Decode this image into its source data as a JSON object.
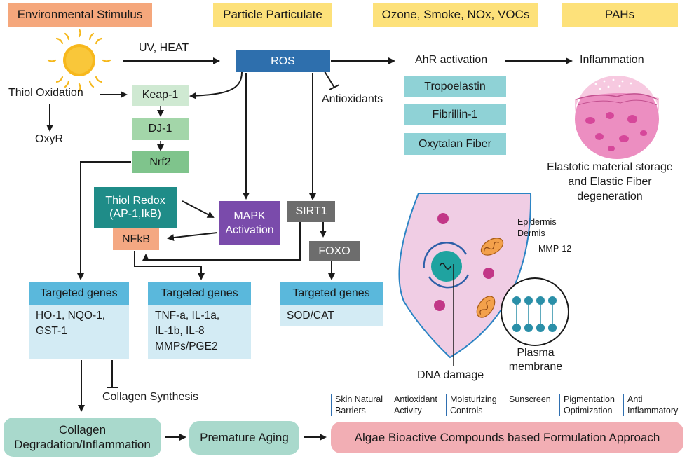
{
  "headers": {
    "environmental_stimulus": "Environmental Stimulus",
    "particle_particulate": "Particle Particulate",
    "ozone_smoke": "Ozone, Smoke, NOx, VOCs",
    "pahs": "PAHs"
  },
  "labels": {
    "uv_heat": "UV, HEAT",
    "ros": "ROS",
    "antioxidants": "Antioxidants",
    "ahr_activation": "AhR activation",
    "inflammation": "Inflammation",
    "thiol_oxidation": "Thiol Oxidation",
    "oxyr": "OxyR",
    "keap1": "Keap-1",
    "dj1": "DJ-1",
    "nrf2": "Nrf2",
    "tropoelastin": "Tropoelastin",
    "fibrillin": "Fibrillin-1",
    "oxytalan": "Oxytalan Fiber",
    "elastotic_line1": "Elastotic material storage",
    "elastotic_line2": "and Elastic Fiber",
    "elastotic_line3": "degeneration",
    "thiol_redox_line1": "Thiol Redox",
    "thiol_redox_line2": "(AP-1,IkB)",
    "mapk_line1": "MAPK",
    "mapk_line2": "Activation",
    "sirt1": "SIRT1",
    "nfkb": "NFkB",
    "foxo": "FOXO",
    "epidermis": "Epidermis",
    "dermis": "Dermis",
    "mmp12": "MMP-12",
    "dna_damage": "DNA damage",
    "plasma_line1": "Plasma",
    "plasma_line2": "membrane",
    "collagen_synthesis": "Collagen Synthesis"
  },
  "targeted_genes": [
    {
      "title": "Targeted genes",
      "lines": [
        "HO-1, NQO-1,",
        "GST-1"
      ]
    },
    {
      "title": "Targeted genes",
      "lines": [
        "TNF-a, IL-1a,",
        "IL-1b, IL-8",
        "MMPs/PGE2"
      ]
    },
    {
      "title": "Targeted genes",
      "lines": [
        "SOD/CAT"
      ]
    }
  ],
  "bottom": {
    "collagen_degradation_line1": "Collagen",
    "collagen_degradation_line2": "Degradation/Inflammation",
    "premature_aging": "Premature Aging",
    "algae_formulation": "Algae Bioactive Compounds based Formulation Approach"
  },
  "applications": [
    {
      "line1": "Skin Natural",
      "line2": "Barriers"
    },
    {
      "line1": "Antioxidant",
      "line2": "Activity"
    },
    {
      "line1": "Moisturizing",
      "line2": "Controls"
    },
    {
      "line1": "Sunscreen",
      "line2": ""
    },
    {
      "line1": "Pigmentation",
      "line2": "Optimization"
    },
    {
      "line1": "Anti",
      "line2": "Inflammatory"
    }
  ],
  "colors": {
    "header_orange": "#f5a77c",
    "header_yellow": "#fde17a",
    "ros_blue": "#2e6fad",
    "light_green": "#cfe9d2",
    "mid_green": "#a3d6a9",
    "green": "#7fc48c",
    "teal_light": "#8fd2d6",
    "dark_teal": "#1f8c88",
    "purple": "#7a4bab",
    "grey": "#6d6d6d",
    "salmon": "#f4a882",
    "bottom_teal": "#a9d9cc",
    "bottom_pink": "#f2aeb4"
  }
}
